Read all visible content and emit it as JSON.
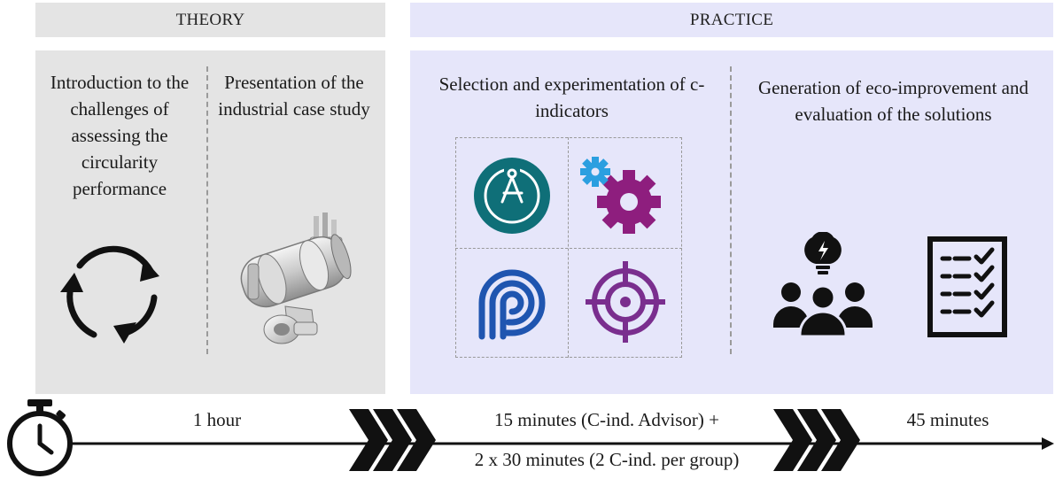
{
  "headers": {
    "theory": "THEORY",
    "practice": "PRACTICE"
  },
  "theory": {
    "step1": "Introduction to the challenges of assessing the circularity performance",
    "step2": "Presentation of the industrial case study"
  },
  "practice": {
    "step1": "Selection and experimentation of c-indicators",
    "step2": "Generation of eco-improvement and evaluation of the solutions"
  },
  "timeline": {
    "theory_duration": "1 hour",
    "practice_duration_1": "15 minutes (C-ind. Advisor) +",
    "practice_duration_2": "2 x 30 minutes (2 C-ind. per group)",
    "eco_duration": "45 minutes"
  },
  "colors": {
    "theory_bg": "#e4e4e4",
    "practice_bg": "#e6e6fa",
    "teal": "#0f6f78",
    "magenta": "#8e1e7e",
    "blue_cyan": "#2b9fe0",
    "navy_blue": "#1f55b0",
    "purple": "#7a2e8e",
    "black": "#111111"
  },
  "icons": [
    "circular-arrows-icon",
    "engine-module-image",
    "compass-icon",
    "gears-icon",
    "concentric-p-icon",
    "target-icon",
    "team-idea-icon",
    "checklist-icon",
    "stopwatch-icon",
    "chevrons-icon"
  ]
}
